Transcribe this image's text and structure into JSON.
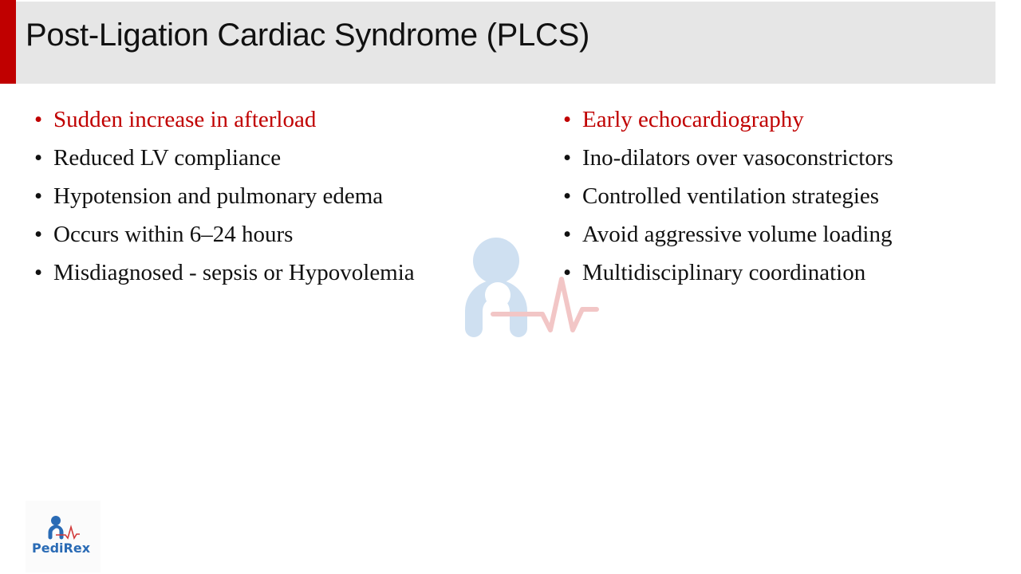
{
  "title": "Post-Ligation Cardiac Syndrome (PLCS)",
  "left_bullets": [
    "Sudden increase in afterload",
    "Reduced LV compliance",
    "Hypotension and pulmonary edema",
    "Occurs within 6–24 hours",
    "Misdiagnosed - sepsis or Hypovolemia"
  ],
  "right_bullets": [
    "Early echocardiography",
    "Ino-dilators over vasoconstrictors",
    "Controlled ventilation strategies",
    "Avoid aggressive volume loading",
    "Multidisciplinary coordination"
  ],
  "bullet": "•",
  "logo": {
    "text": "PediRex"
  },
  "colors": {
    "accent": "#c00000",
    "header_bg": "#e6e6e6",
    "logo_blue": "#2a6bb5"
  }
}
